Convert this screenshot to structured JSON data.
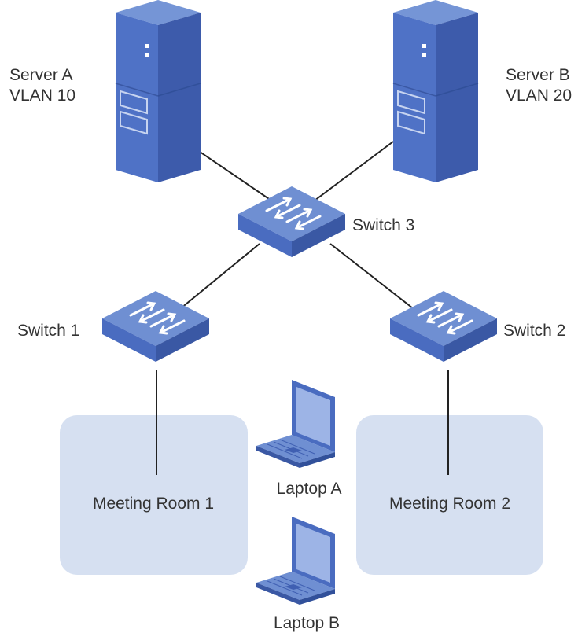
{
  "servers": [
    {
      "id": "server-a",
      "name": "Server A",
      "vlan": "VLAN 10"
    },
    {
      "id": "server-b",
      "name": "Server B",
      "vlan": "VLAN 20"
    }
  ],
  "switches": [
    {
      "id": "switch-3",
      "label": "Switch 3"
    },
    {
      "id": "switch-1",
      "label": "Switch 1"
    },
    {
      "id": "switch-2",
      "label": "Switch 2"
    }
  ],
  "rooms": [
    {
      "id": "meeting-room-1",
      "label": "Meeting Room 1"
    },
    {
      "id": "meeting-room-2",
      "label": "Meeting Room 2"
    }
  ],
  "laptops": [
    {
      "id": "laptop-a",
      "label": "Laptop A"
    },
    {
      "id": "laptop-b",
      "label": "Laptop B"
    }
  ],
  "colors": {
    "device_top": "#6f8fd2",
    "device_front": "#4a6cc0",
    "device_side": "#3a58a4",
    "room_fill": "#d6e0f1",
    "line": "#222222",
    "text": "#333333"
  }
}
